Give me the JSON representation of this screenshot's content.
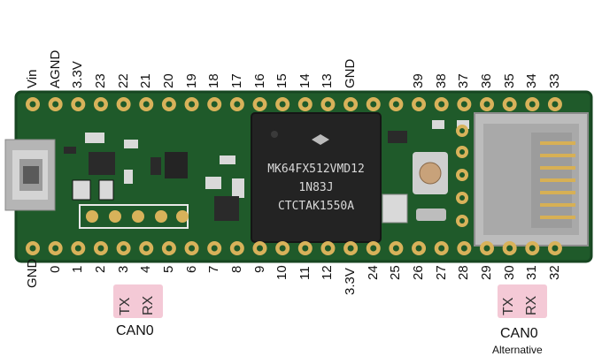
{
  "top_pins": [
    "Vin",
    "AGND",
    "3.3V",
    "23",
    "22",
    "21",
    "20",
    "19",
    "18",
    "17",
    "16",
    "15",
    "14",
    "13",
    "GND",
    "39",
    "38",
    "37",
    "36",
    "35",
    "34",
    "33"
  ],
  "top_pin_gap_after": "GND",
  "bottom_pins": [
    "GND",
    "0",
    "1",
    "2",
    "3",
    "4",
    "5",
    "6",
    "7",
    "8",
    "9",
    "10",
    "11",
    "12",
    "3.3V",
    "24",
    "25",
    "26",
    "27",
    "28",
    "29",
    "30",
    "31",
    "32"
  ],
  "can0": {
    "tx": "TX",
    "rx": "RX",
    "title": "CAN0"
  },
  "can0_alt": {
    "tx": "TX",
    "rx": "RX",
    "title": "CAN0",
    "subtitle": "Alternative"
  },
  "chip": {
    "line1": "MK64FX512VMD12",
    "line2": "1N83J",
    "line3": "CTCTAK1550A"
  },
  "colors": {
    "pcb": "#1f5a2a",
    "pad": "#d8b25a",
    "chip": "#232323",
    "highlight": "#f4c9d6"
  }
}
